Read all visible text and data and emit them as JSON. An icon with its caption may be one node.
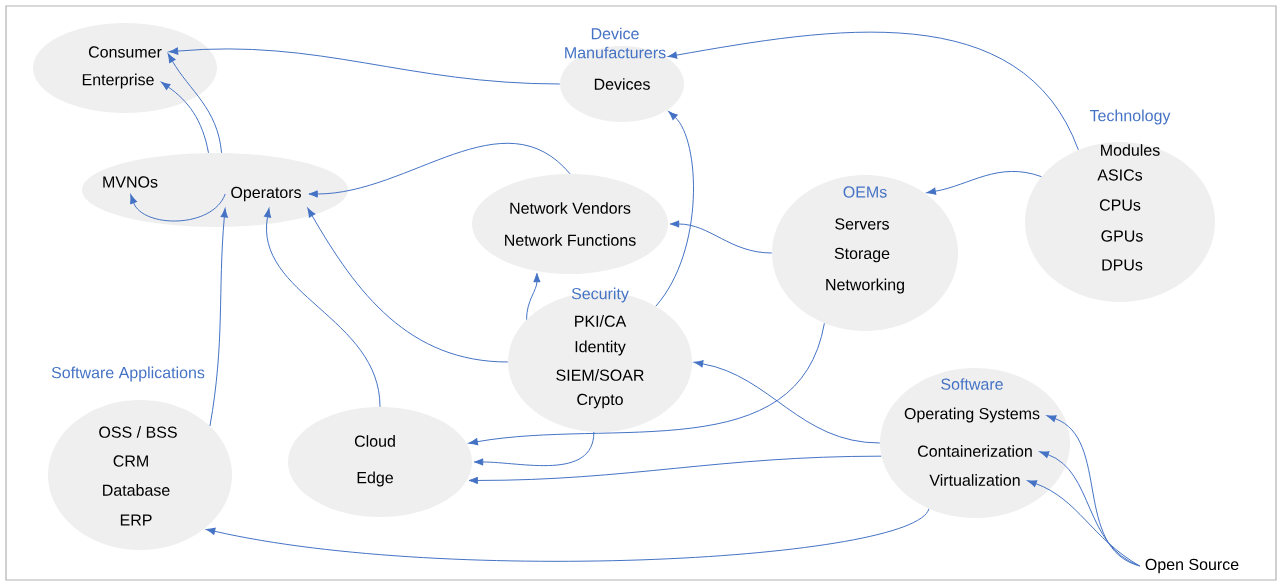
{
  "diagram": {
    "nodes": [
      {
        "text": [],
        "shape": "ellipse"
      },
      {
        "text": [
          "Consumer"
        ],
        "in": 0
      },
      {
        "text": [
          "Enterprise"
        ],
        "in": 0
      },
      {
        "text": [
          "Device Manufacturers",
          "Devices"
        ]
      },
      {
        "text": [
          "Technology",
          "Modules",
          "ASICs",
          "CPUs",
          "GPUs",
          "DPUs"
        ]
      },
      {
        "text": [],
        "shape": "ellipse"
      },
      {
        "text": [
          "MVNOs"
        ],
        "in": 5
      },
      {
        "text": [
          "Operators"
        ],
        "in": 5
      },
      {
        "text": [
          "Network Vendors",
          "Network Functions"
        ]
      },
      {
        "text": [
          "OEMs",
          "Servers",
          "Storage",
          "Networking"
        ]
      },
      {
        "text": [
          "Security",
          "PKI/CA",
          "Identity",
          "SIEM/SOAR",
          "Crypto"
        ]
      },
      {
        "text": [
          "Software Applications",
          "OSS / BSS",
          "CRM",
          "Database",
          "ERP"
        ]
      },
      {
        "text": [
          "Cloud",
          "Edge"
        ]
      },
      {
        "text": [
          "Software"
        ]
      },
      {
        "text": [
          "Operating Systems"
        ],
        "in": 13
      },
      {
        "text": [
          "Containerization"
        ],
        "in": 13
      },
      {
        "text": [
          "Virtualization"
        ],
        "in": 13
      },
      {
        "text": [
          "Open Source"
        ]
      }
    ],
    "edges": [
      {
        "from": 3,
        "to": 1,
        "arrow": "to"
      },
      {
        "from": 5,
        "to": 1,
        "arrow": "to"
      },
      {
        "from": 5,
        "to": 2,
        "arrow": "to"
      },
      {
        "from": 7,
        "to": 6,
        "arrow": "to"
      },
      {
        "from": 8,
        "to": 7,
        "arrow": "to"
      },
      {
        "from": 11,
        "to": 7,
        "arrow": "to"
      },
      {
        "from": 12,
        "to": 7,
        "arrow": "to"
      },
      {
        "from": 10,
        "to": 7,
        "arrow": "to"
      },
      {
        "from": 10,
        "to": 8,
        "arrow": "to"
      },
      {
        "from": 10,
        "to": 3,
        "arrow": "to"
      },
      {
        "from": 4,
        "to": 3,
        "arrow": "to"
      },
      {
        "from": 4,
        "to": 9,
        "arrow": "to"
      },
      {
        "from": 9,
        "to": 8,
        "arrow": "to"
      },
      {
        "from": 9,
        "to": 12,
        "arrow": "to"
      },
      {
        "from": 10,
        "to": 12,
        "arrow": "to"
      },
      {
        "from": 13,
        "to": 10,
        "arrow": "to"
      },
      {
        "from": 13,
        "to": 12,
        "arrow": "to"
      },
      {
        "from": 13,
        "to": 11,
        "arrow": "to"
      },
      {
        "from": 17,
        "to": 14,
        "arrow": "to"
      },
      {
        "from": 17,
        "to": 15,
        "arrow": "to"
      },
      {
        "from": 17,
        "to": 16,
        "arrow": "to"
      }
    ]
  }
}
